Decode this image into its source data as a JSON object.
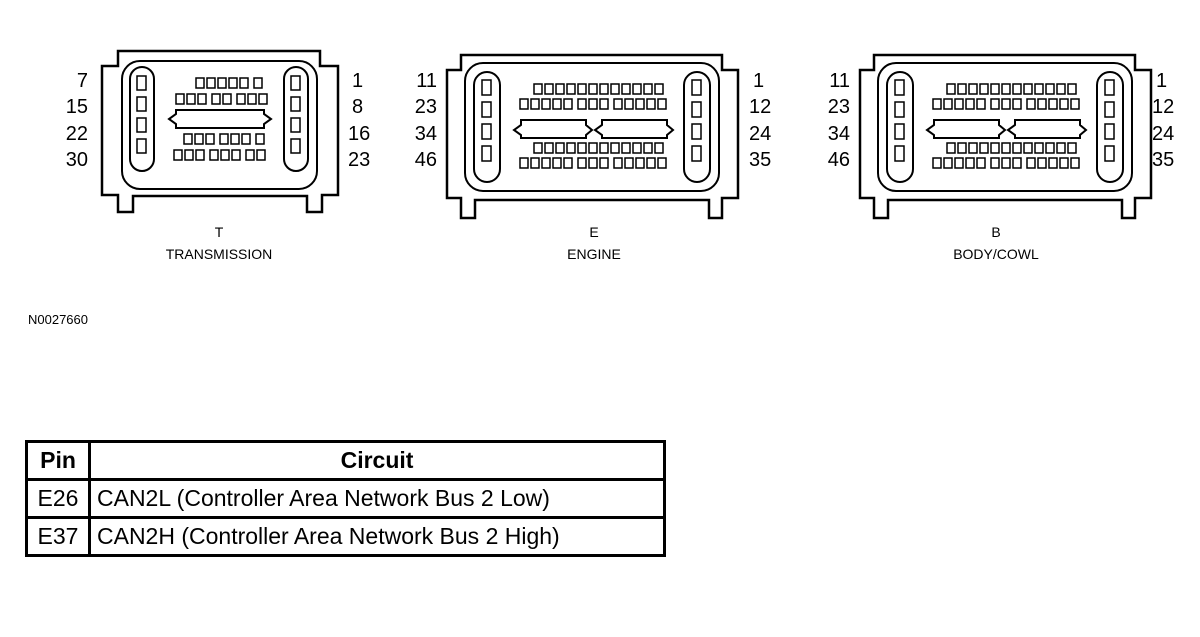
{
  "connectors": [
    {
      "letter": "T",
      "name": "TRANSMISSION",
      "left_labels": [
        "7",
        "15",
        "22",
        "30"
      ],
      "right_labels": [
        "1",
        "8",
        "16",
        "23"
      ]
    },
    {
      "letter": "E",
      "name": "ENGINE",
      "left_labels": [
        "11",
        "23",
        "34",
        "46"
      ],
      "right_labels": [
        "1",
        "12",
        "24",
        "35"
      ]
    },
    {
      "letter": "B",
      "name": "BODY/COWL",
      "left_labels": [
        "11",
        "23",
        "34",
        "46"
      ],
      "right_labels": [
        "1",
        "12",
        "24",
        "35"
      ]
    }
  ],
  "figure_id": "N0027660",
  "table": {
    "headers": {
      "pin": "Pin",
      "circuit": "Circuit"
    },
    "rows": [
      {
        "pin": "E26",
        "circuit": "CAN2L (Controller Area Network Bus 2 Low)"
      },
      {
        "pin": "E37",
        "circuit": "CAN2H (Controller Area Network Bus 2 High)"
      }
    ]
  }
}
